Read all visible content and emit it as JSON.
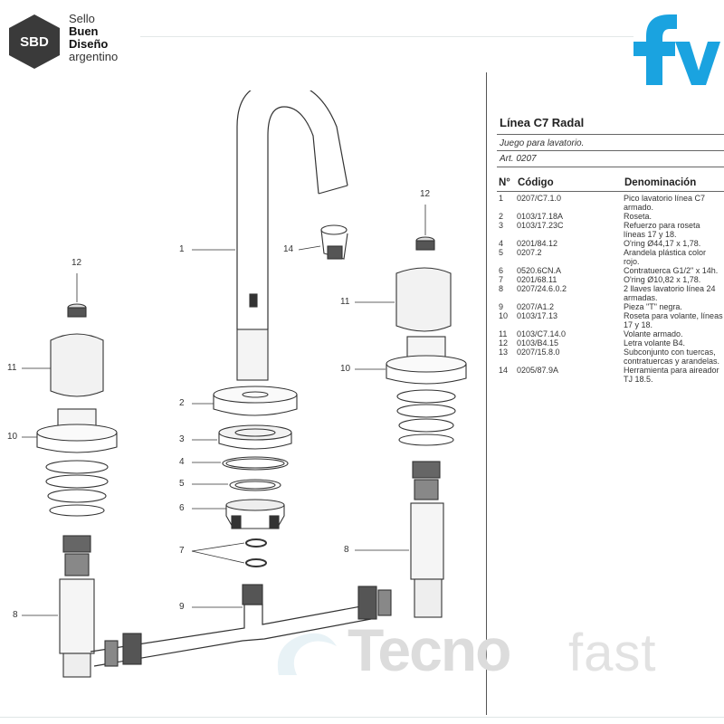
{
  "header": {
    "sbd_badge": "SBD",
    "sbd_line1": "Sello",
    "sbd_line2": "Buen",
    "sbd_line3": "Diseño",
    "sbd_line4": "argentino",
    "brand_logo": "fv"
  },
  "product": {
    "title": "Línea C7 Radal",
    "subtitle": "Juego para lavatorio.",
    "article": "Art. 0207"
  },
  "table": {
    "col_num": "N°",
    "col_code": "Código",
    "col_name": "Denominación",
    "rows": [
      {
        "n": "1",
        "code": "0207/C7.1.0",
        "name": "Pico lavatorio línea C7 armado."
      },
      {
        "n": "2",
        "code": "0103/17.18A",
        "name": "Roseta."
      },
      {
        "n": "3",
        "code": "0103/17.23C",
        "name": "Refuerzo para roseta líneas 17 y 18."
      },
      {
        "n": "4",
        "code": "0201/84.12",
        "name": "O'ring Ø44,17 x 1,78."
      },
      {
        "n": "5",
        "code": "0207.2",
        "name": "Arandela plástica color rojo."
      },
      {
        "n": "6",
        "code": "0520.6CN.A",
        "name": "Contratuerca G1/2\" x 14h."
      },
      {
        "n": "7",
        "code": "0201/68.11",
        "name": "O'ring Ø10,82 x 1,78."
      },
      {
        "n": "8",
        "code": "0207/24.6.0.2",
        "name": "2 llaves lavatorio línea 24 armadas."
      },
      {
        "n": "9",
        "code": "0207/A1.2",
        "name": "Pieza \"T\" negra."
      },
      {
        "n": "10",
        "code": "0103/17.13",
        "name": "Roseta para volante, líneas 17 y 18."
      },
      {
        "n": "11",
        "code": "0103/C7.14.0",
        "name": "Volante armado."
      },
      {
        "n": "12",
        "code": "0103/B4.15",
        "name": "Letra volante B4."
      },
      {
        "n": "13",
        "code": "0207/15.8.0",
        "name": "Subconjunto con tuercas, contratuercas y arandelas."
      },
      {
        "n": "14",
        "code": "0205/87.9A",
        "name": "Herramienta para aireador TJ 18.5."
      }
    ]
  },
  "diagram_labels": {
    "l1": "1",
    "l2": "2",
    "l3": "3",
    "l4": "4",
    "l5": "5",
    "l6": "6",
    "l7": "7",
    "l8a": "8",
    "l8b": "8",
    "l9": "9",
    "l10a": "10",
    "l10b": "10",
    "l11a": "11",
    "l11b": "11",
    "l12a": "12",
    "l12b": "12",
    "l14": "14"
  },
  "watermark": {
    "part1": "Tecno",
    "part2": "fast"
  },
  "colors": {
    "fv_blue": "#1aa3e0",
    "sbd_dark": "#3a3a3a",
    "line": "#333333"
  }
}
